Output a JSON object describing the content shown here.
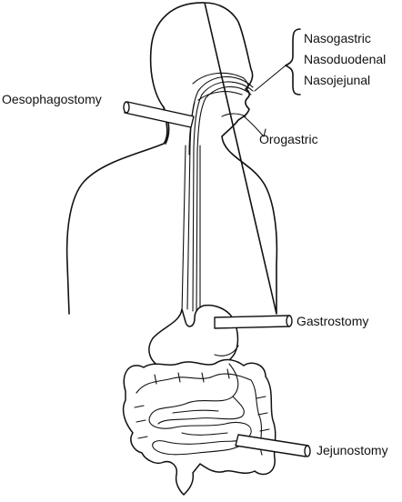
{
  "labels": {
    "nasogastric": "Nasogastric",
    "nasoduodenal": "Nasoduodenal",
    "nasojejunal": "Nasojejunal",
    "oesophagostomy": "Oesophagostomy",
    "orogastric": "Orogastric",
    "gastrostomy": "Gastrostomy",
    "jejunostomy": "Jejunostomy"
  },
  "colors": {
    "line": "#111111",
    "background": "#ffffff"
  }
}
